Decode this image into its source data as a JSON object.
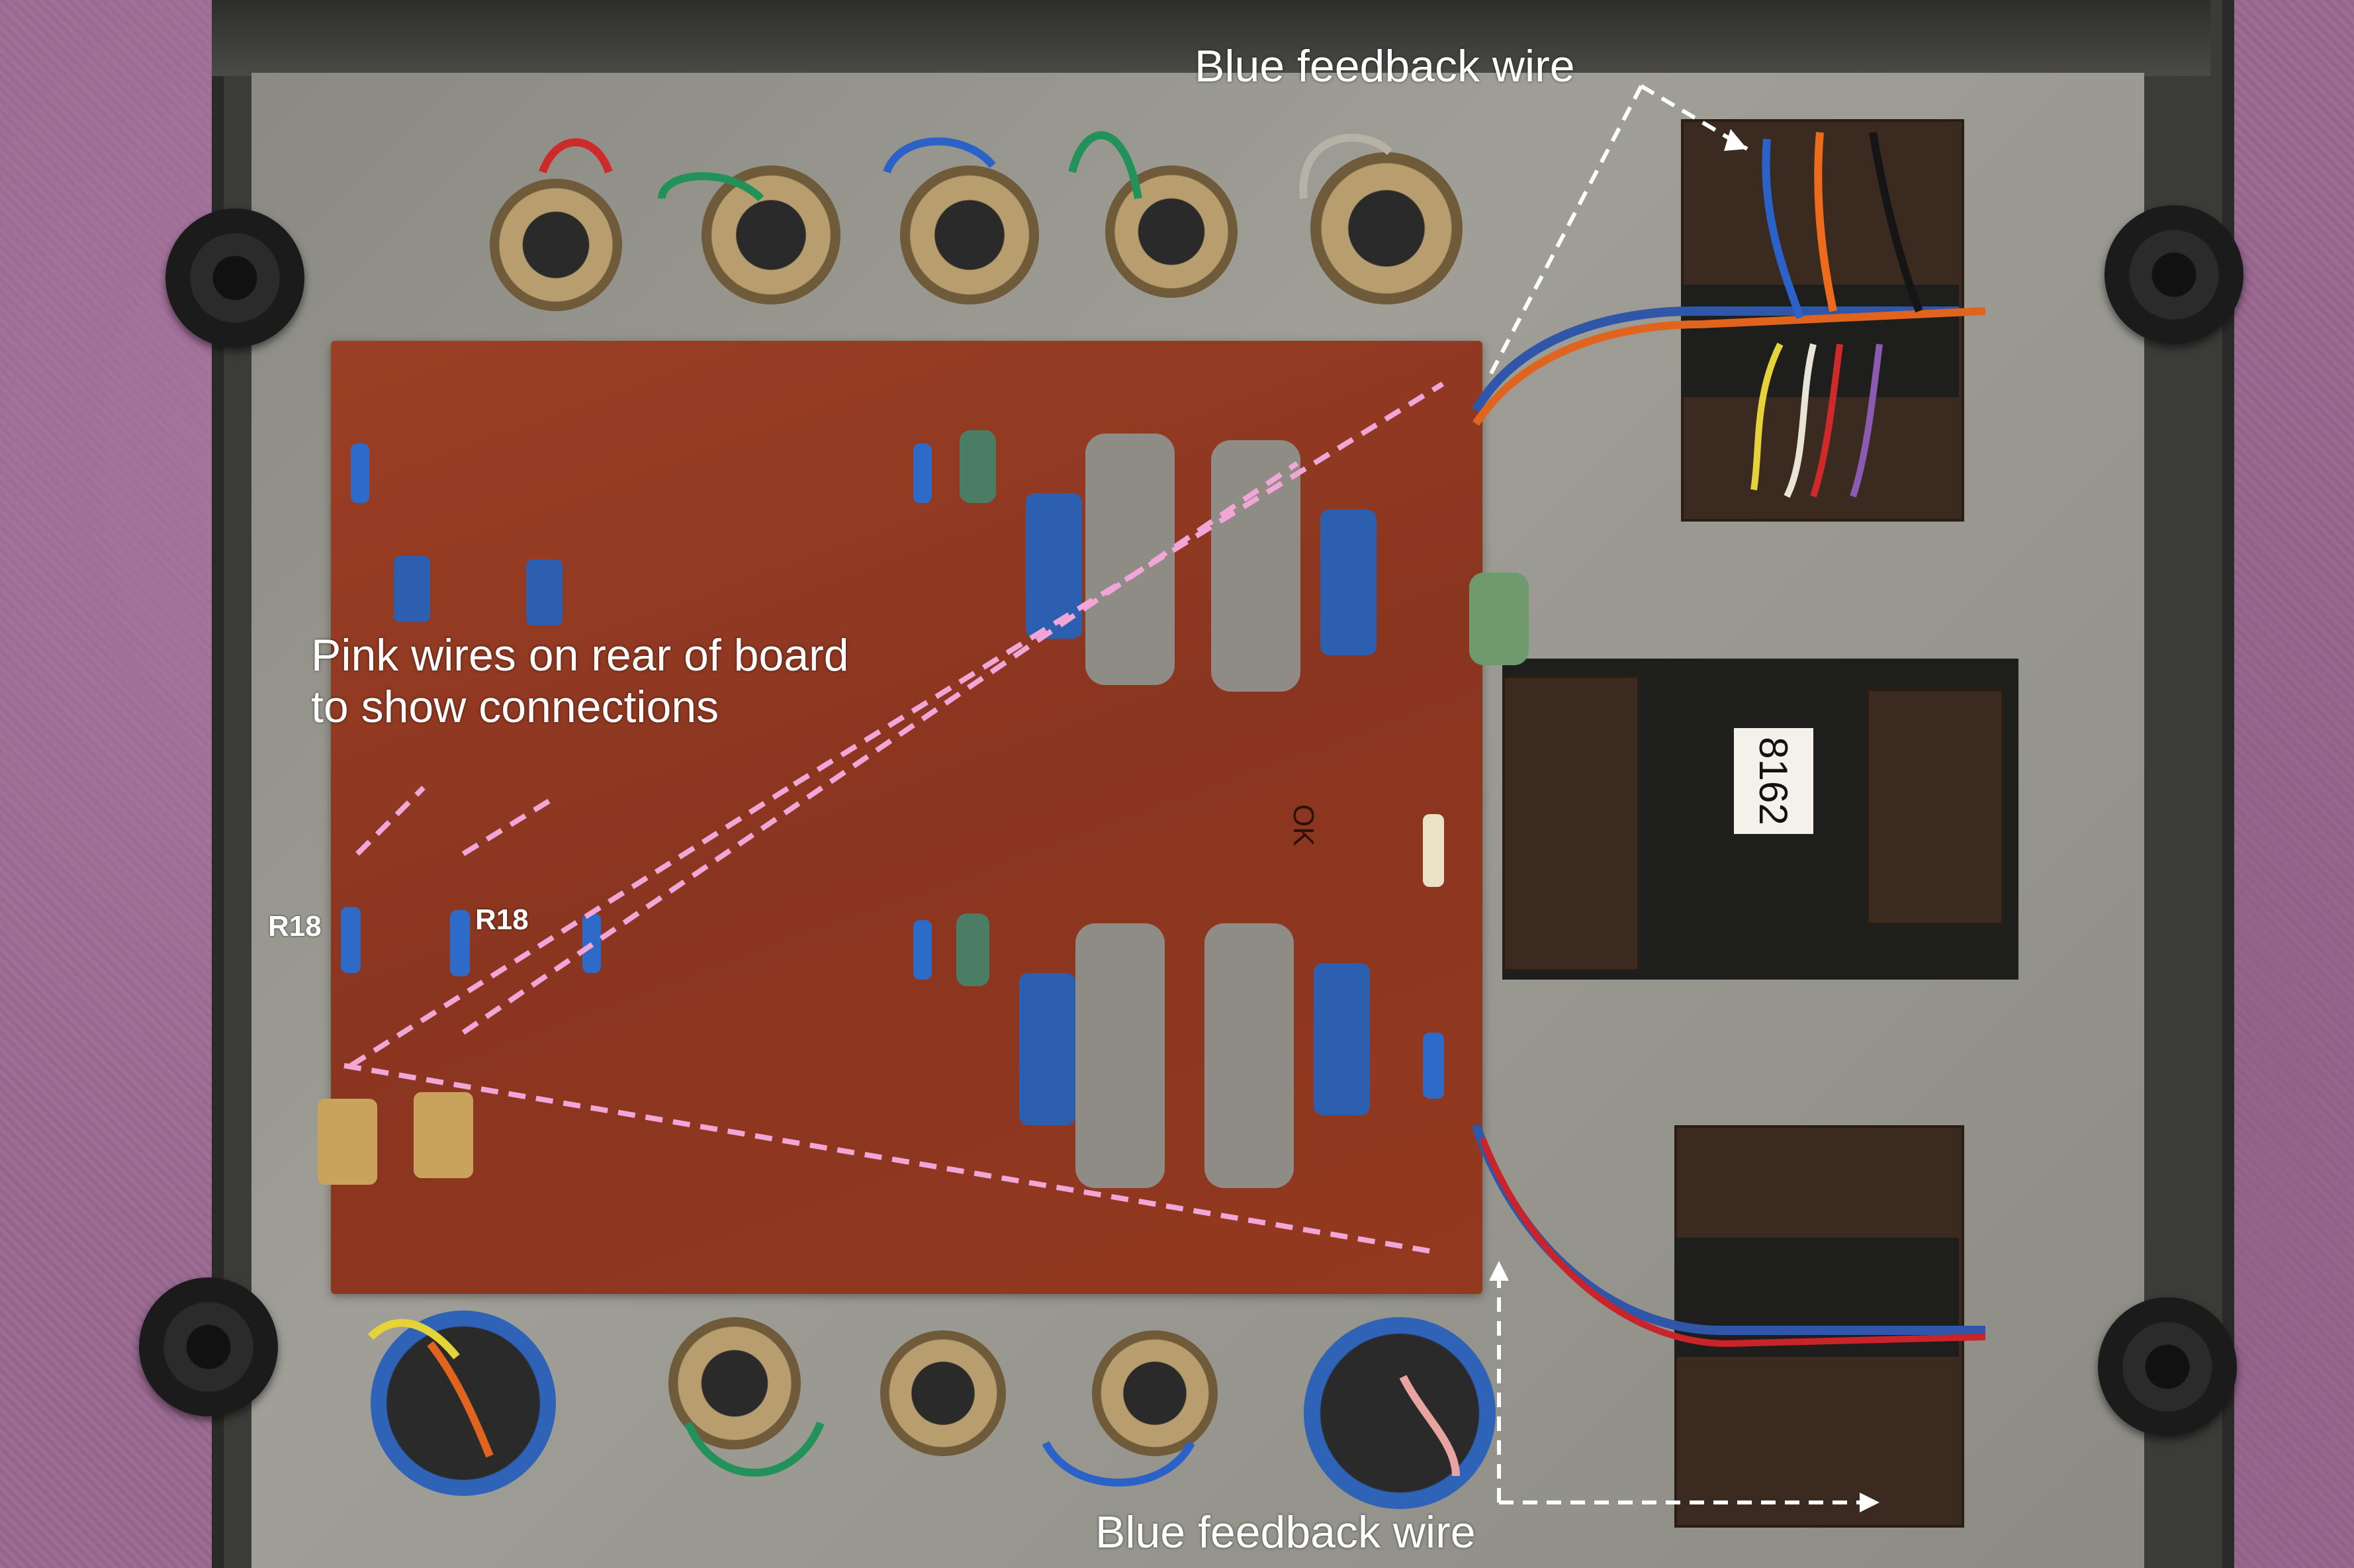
{
  "annotations": {
    "top_label": "Blue feedback wire",
    "bottom_label": "Blue feedback wire",
    "pink_note_line1": "Pink wires on rear of board",
    "pink_note_line2": "to show connections",
    "r18_left": "R18",
    "r18_right": "R18"
  },
  "board_markings": {
    "transformer_label": "8162",
    "pcb_mark": "OK"
  },
  "colors": {
    "annotation_text": "#ffffff",
    "pink_wire_overlay": "#f2a6d8",
    "feedback_arrow": "#ffffff",
    "pcb": "#8f3a22",
    "fabric": "#9a6891"
  }
}
